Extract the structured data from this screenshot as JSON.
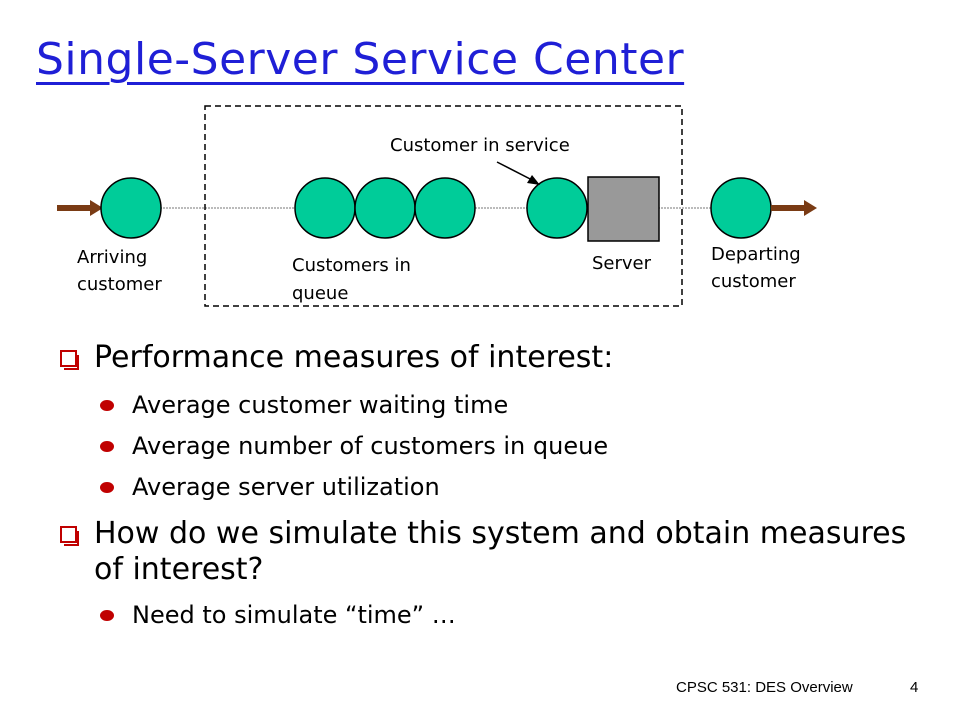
{
  "slide": {
    "title": "Single-Server Service Center",
    "footer_course": "CPSC 531: DES Overview",
    "page_number": "4"
  },
  "diagram": {
    "label_customer_in_service": "Customer in service",
    "label_arriving": "Arriving customer",
    "label_queue": "Customers in queue",
    "label_server": "Server",
    "label_departing": "Departing customer",
    "colors": {
      "customer_fill": "#00cc99",
      "server_fill": "#999999",
      "arrow": "#7a3b14"
    }
  },
  "bullets": [
    {
      "text": "Performance measures of interest:",
      "sub": [
        "Average customer waiting time",
        "Average number of customers in queue",
        "Average server utilization"
      ]
    },
    {
      "text": "How do we simulate this system and obtain measures of interest?",
      "sub": [
        "Need to simulate “time” …"
      ]
    }
  ]
}
